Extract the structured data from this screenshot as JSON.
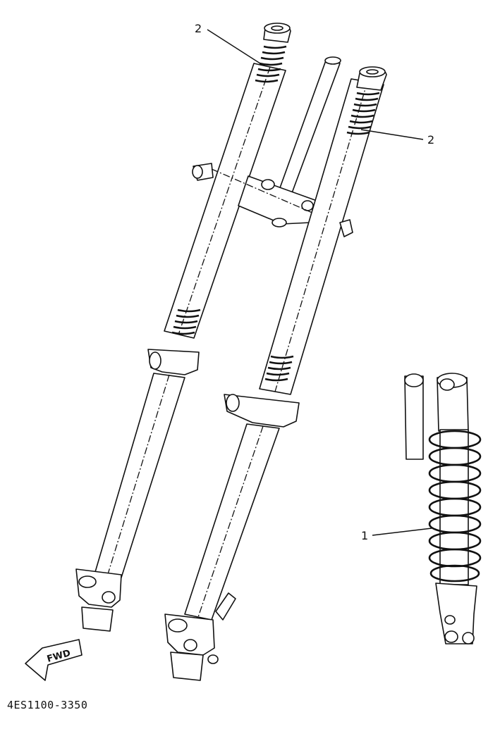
{
  "diagram": {
    "callouts": {
      "spring_right_fork": "2",
      "spring_left_fork": "2",
      "rear_shock_spring": "1"
    },
    "direction_marker": "FWD",
    "part_code": "4ES1100-3350"
  }
}
